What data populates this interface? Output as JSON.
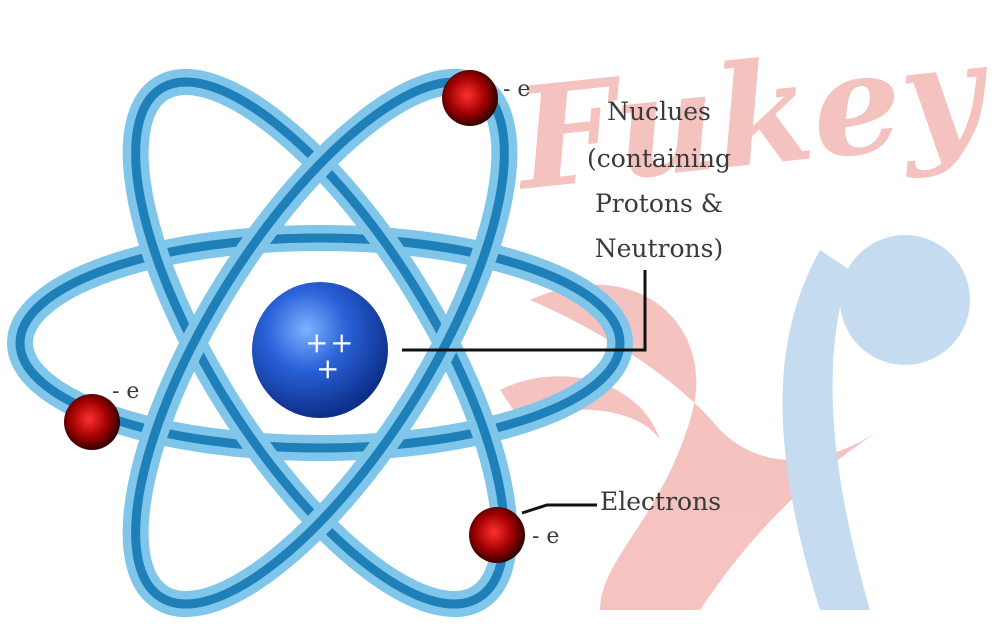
{
  "diagram": {
    "electron_charge_label": "- e",
    "nucleus_charges": [
      "+",
      "+",
      "+"
    ],
    "labels": {
      "nucleus": [
        "Nuclues",
        "(containing",
        "Protons &",
        "Neutrons)"
      ],
      "electrons": "Electrons"
    },
    "colors": {
      "orbit_dark": "#1f7fb8",
      "orbit_light": "#7fc6ea",
      "nucleus": "#1e4fc2",
      "electron": "#b00000"
    }
  },
  "watermark": {
    "text": "Fukey",
    "colors": {
      "pink": "#f3b8b5",
      "blue": "#bcd7ee"
    }
  }
}
